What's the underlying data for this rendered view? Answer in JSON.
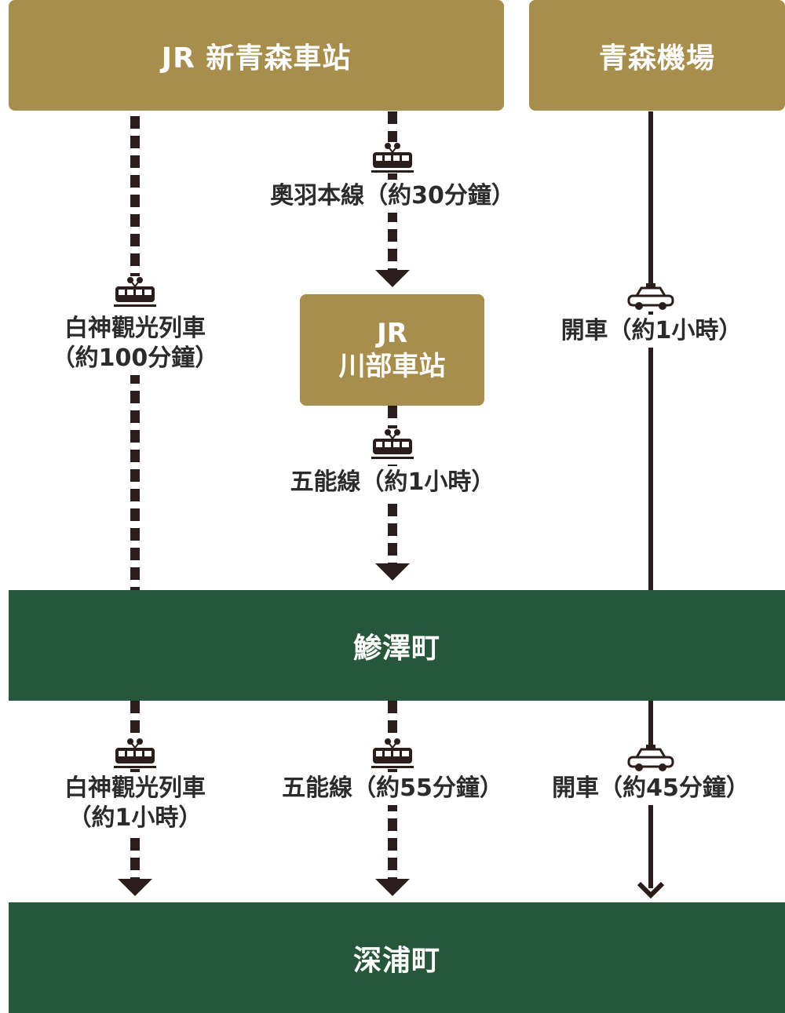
{
  "stations": {
    "shin_aomori": "JR 新青森車站",
    "aomori_airport": "青森機場",
    "kawabe_line1": "JR",
    "kawabe_line2": "川部車站",
    "ajigasawa": "鯵澤町",
    "fukaura": "深浦町"
  },
  "routes": {
    "ouu_line": "奧羽本線（約30分鐘）",
    "shirakami_1_line1": "白神觀光列車",
    "shirakami_1_line2": "（約100分鐘）",
    "gono_1": "五能線（約1小時）",
    "drive_1": "開車（約1小時）",
    "shirakami_2_line1": "白神觀光列車",
    "shirakami_2_line2": "（約1小時）",
    "gono_2": "五能線（約55分鐘）",
    "drive_2": "開車（約45分鐘）"
  },
  "icons": {
    "train": "train-icon",
    "car": "car-icon"
  },
  "colors": {
    "station_gold": "#a88e4c",
    "town_green": "#27573a",
    "line_dark": "#2b1d1b"
  }
}
